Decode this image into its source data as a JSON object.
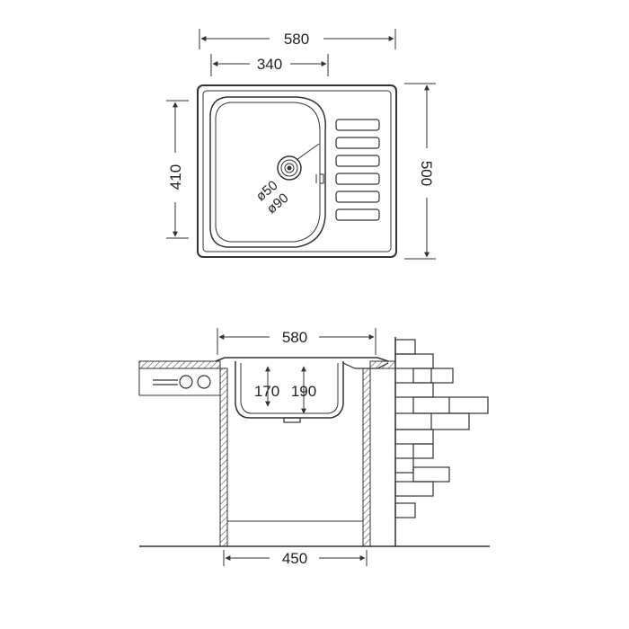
{
  "top_view": {
    "overall_width": "580",
    "bowl_width": "340",
    "bowl_depth": "410",
    "overall_depth": "500",
    "outlet_diameter": "ø50",
    "drain_diameter": "ø90"
  },
  "section_view": {
    "top_width": "580",
    "bowl_depth_a": "170",
    "bowl_depth_b": "190",
    "cabinet_width": "450"
  },
  "colors": {
    "line": "#333333",
    "hatch": "#555555"
  }
}
